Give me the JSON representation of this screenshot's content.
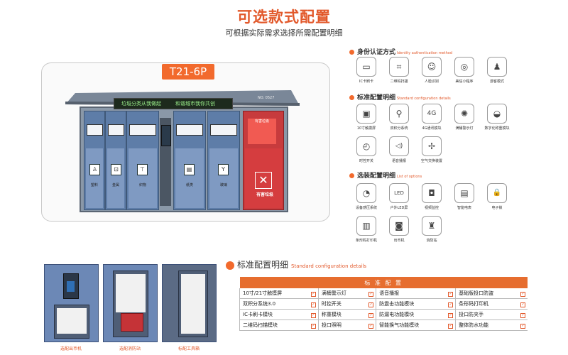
{
  "header": {
    "title": "可选款式配置",
    "subtitle": "可根据实际需求选择所需配置明细"
  },
  "product": {
    "model": "T21-6P",
    "led_left": "垃圾分类从我做起",
    "led_right": "和谐城市我你共创",
    "serial": "NO. 0527",
    "units": [
      {
        "label": "塑料",
        "icon": "bottle-icon"
      },
      {
        "label": "金属",
        "icon": "can-icon"
      },
      {
        "label": "织物",
        "icon": "clothes-icon"
      },
      {
        "label": "纸类",
        "icon": "paper-icon"
      },
      {
        "label": "玻璃",
        "icon": "glass-icon"
      }
    ],
    "hazard_label": "有害垃圾",
    "hazard_lid": "有害垃圾"
  },
  "identity": {
    "title": "身份认证方式",
    "title_en": "Identity authentication method",
    "items": [
      {
        "label": "IC卡刷卡",
        "icon": "card-icon",
        "glyph": "▭"
      },
      {
        "label": "二维码扫描",
        "icon": "qr-scan-icon",
        "glyph": "⌗"
      },
      {
        "label": "人脸识别",
        "icon": "face-icon",
        "glyph": "☺"
      },
      {
        "label": "美信小程序",
        "icon": "miniprogram-icon",
        "glyph": "◎"
      },
      {
        "label": "游客模式",
        "icon": "visitor-icon",
        "glyph": "♟"
      }
    ]
  },
  "standard": {
    "title": "标准配置明细",
    "title_en": "Standard configuration details",
    "items": [
      {
        "label": "10寸触摸屏",
        "icon": "touchscreen-icon",
        "glyph": "▣"
      },
      {
        "label": "双积分系统",
        "icon": "bag-icon",
        "glyph": "⚲"
      },
      {
        "label": "4G通讯模块",
        "icon": "4g-icon",
        "glyph": "4G"
      },
      {
        "label": "满桶警示灯",
        "icon": "lamp-icon",
        "glyph": "✺"
      },
      {
        "label": "数字化称重模块",
        "icon": "scale-icon",
        "glyph": "◒"
      },
      {
        "label": "时控开关",
        "icon": "clock-icon",
        "glyph": "◴"
      },
      {
        "label": "语音播报",
        "icon": "speaker-icon",
        "glyph": "◁)"
      },
      {
        "label": "空气交换装置",
        "icon": "fan-icon",
        "glyph": "✢"
      }
    ]
  },
  "optional": {
    "title": "选装配置明细",
    "title_en": "List of options",
    "items": [
      {
        "label": "设备感压系统",
        "icon": "pressure-icon",
        "glyph": "◔"
      },
      {
        "label": "户外LED屏",
        "icon": "led-icon",
        "glyph": "LED"
      },
      {
        "label": "视频监控",
        "icon": "camera-icon",
        "glyph": "◘"
      },
      {
        "label": "智能电表",
        "icon": "meter-icon",
        "glyph": "▤"
      },
      {
        "label": "电子锁",
        "icon": "lock-icon",
        "glyph": "🔒"
      },
      {
        "label": "条形码打印机",
        "icon": "printer-icon",
        "glyph": "▥"
      },
      {
        "label": "出币机",
        "icon": "coin-icon",
        "glyph": "◙"
      },
      {
        "label": "消防站",
        "icon": "hydrant-icon",
        "glyph": "♜"
      }
    ]
  },
  "photos": [
    {
      "caption": "选配出币机"
    },
    {
      "caption": "选配消防站"
    },
    {
      "caption": "标配工具箱"
    }
  ],
  "config": {
    "heading": "标准配置明细",
    "heading_en": "Standard configuration details",
    "table_title": "标 准 配 置",
    "rows": [
      [
        "10寸/21寸触摸屏",
        "满桶警示灯",
        "语音播报",
        "基础版投口防盗"
      ],
      [
        "双积分系统3.0",
        "时控开关",
        "防震击功能模块",
        "条形码打印机"
      ],
      [
        "IC卡刷卡模块",
        "称重模块",
        "防漏电功能模块",
        "投口防夹手"
      ],
      [
        "二维码扫描模块",
        "投口照明",
        "智能换气功能模块",
        "整体防水功能"
      ]
    ]
  }
}
